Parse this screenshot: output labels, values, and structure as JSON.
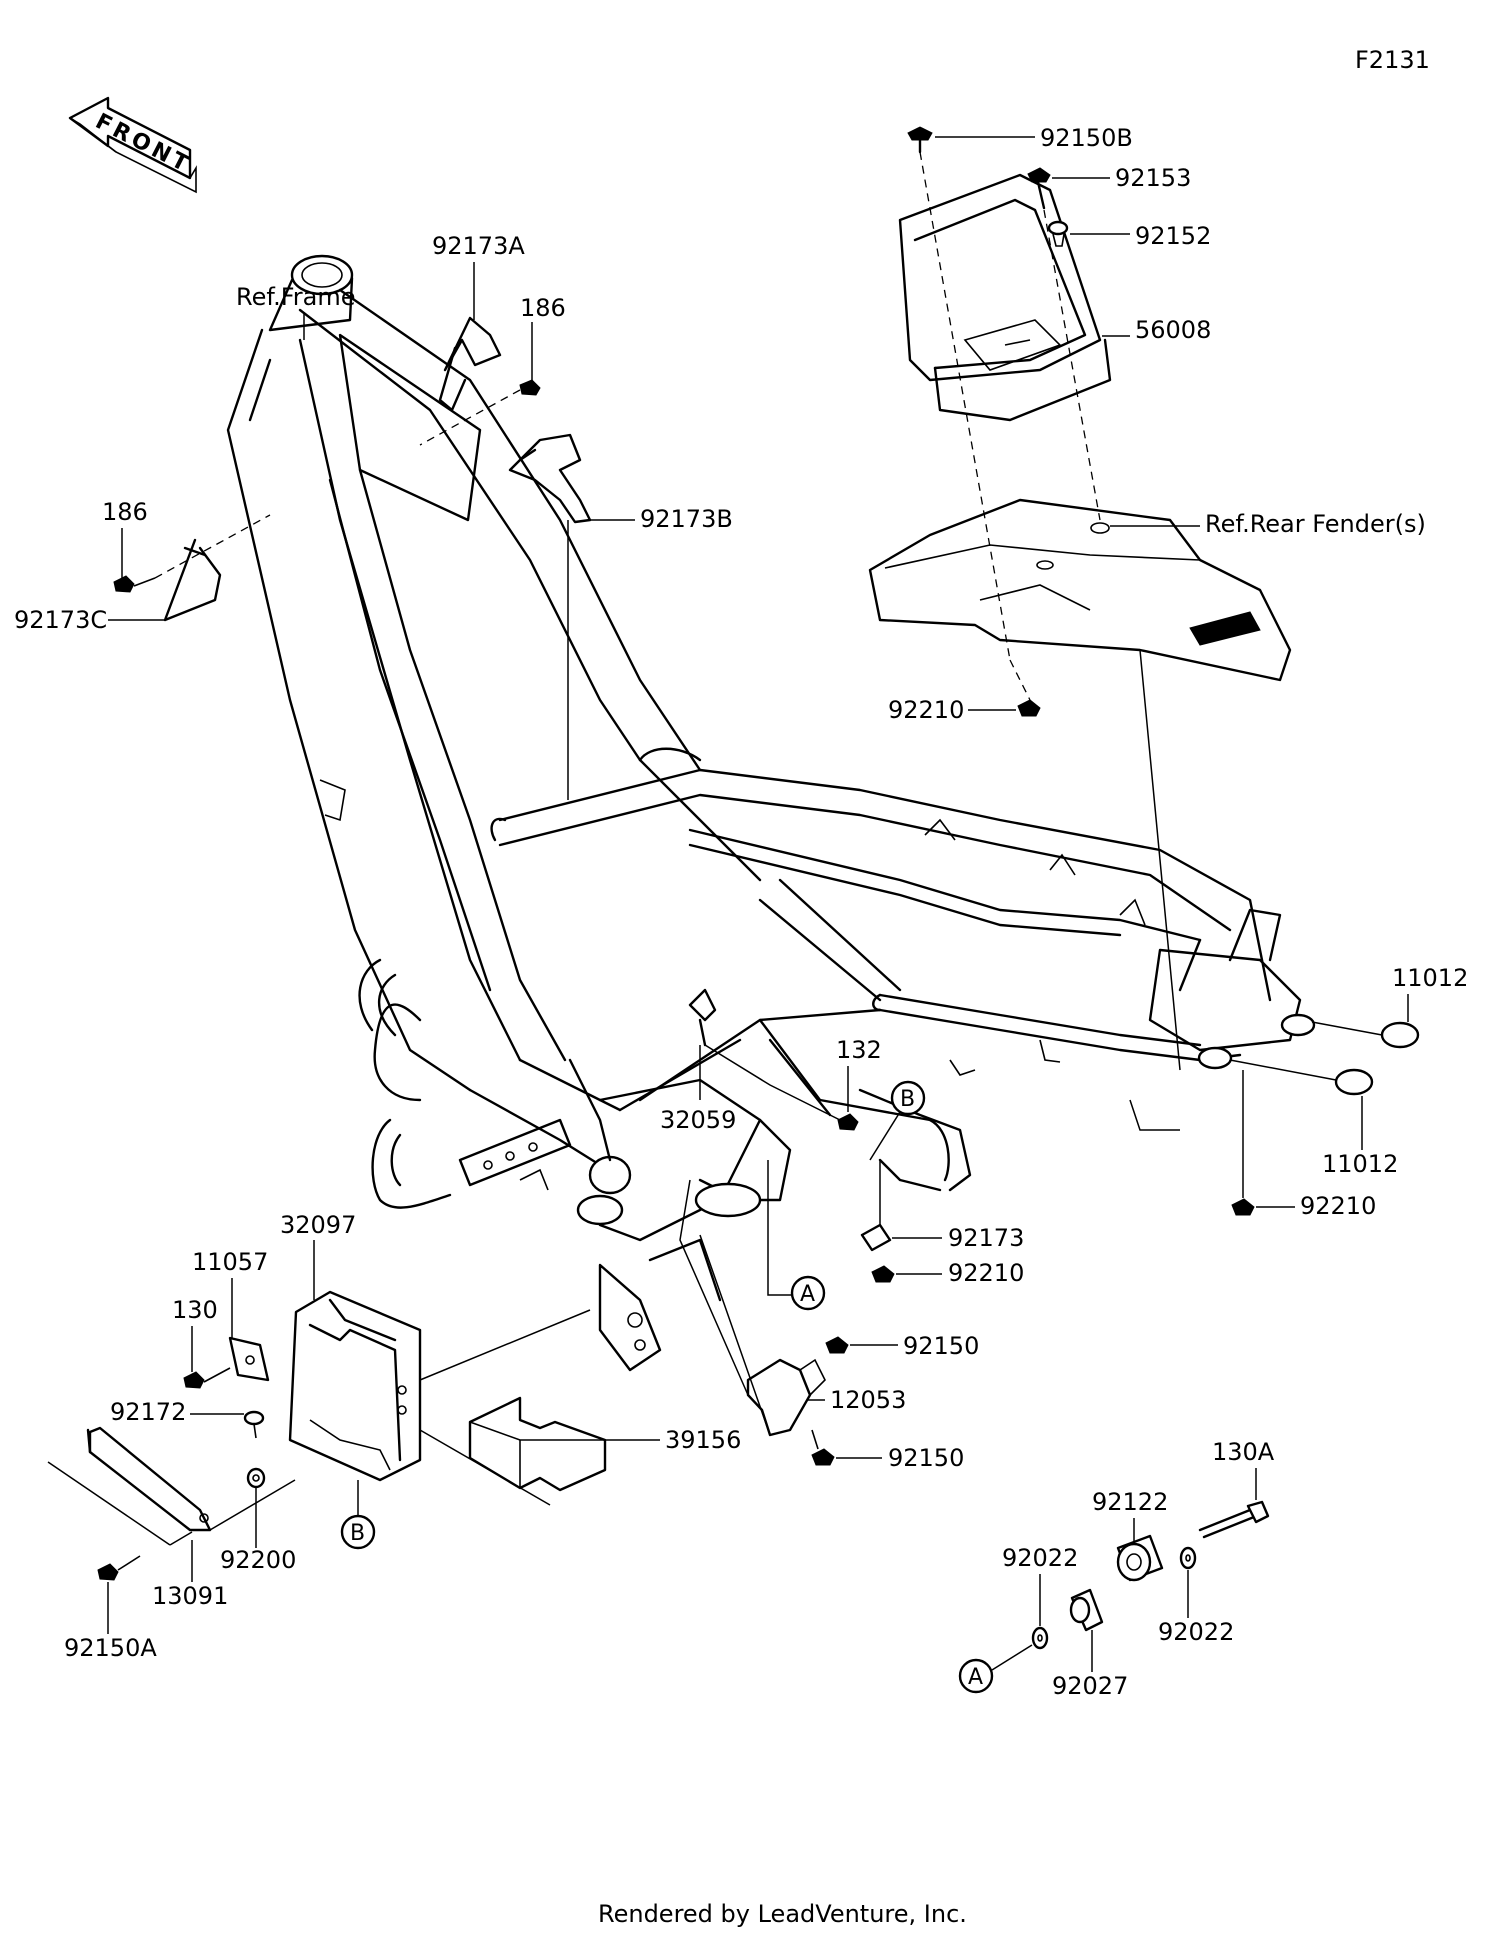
{
  "diagram_code": "F2131",
  "footer": "Rendered by LeadVenture, Inc.",
  "front_arrow": "FRONT",
  "refs": {
    "frame": "Ref.Frame",
    "rear_fender": "Ref.Rear Fender(s)"
  },
  "callouts": {
    "a1": "A",
    "a2": "A",
    "b1": "B",
    "b2": "B"
  },
  "parts": {
    "p92150B": "92150B",
    "p92153": "92153",
    "p92152": "92152",
    "p56008": "56008",
    "p92210_top": "92210",
    "p92173A": "92173A",
    "p186_top": "186",
    "p186_left": "186",
    "p92173C": "92173C",
    "p92173B": "92173B",
    "p11012_top": "11012",
    "p11012_bottom": "11012",
    "p132": "132",
    "p32059": "32059",
    "p92210_right": "92210",
    "p92173": "92173",
    "p92210_mid": "92210",
    "p32097": "32097",
    "p11057": "11057",
    "p130": "130",
    "p92172": "92172",
    "p92200": "92200",
    "p13091": "13091",
    "p92150A": "92150A",
    "p39156": "39156",
    "p92150_top": "92150",
    "p12053": "12053",
    "p92150_bottom": "92150",
    "p130A": "130A",
    "p92122": "92122",
    "p92022_left": "92022",
    "p92022_right": "92022",
    "p92027": "92027"
  }
}
